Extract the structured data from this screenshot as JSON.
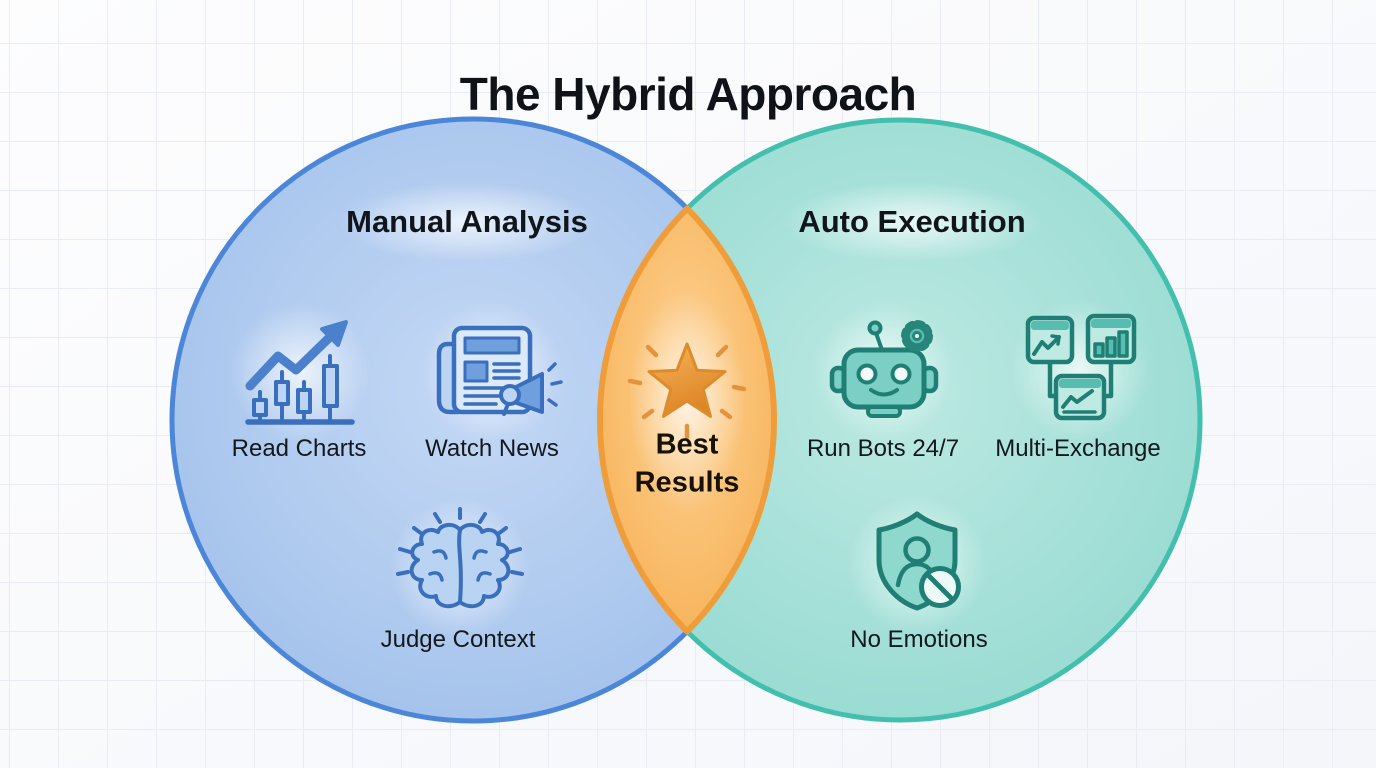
{
  "title": "The Hybrid Approach",
  "venn": {
    "left": {
      "heading": "Manual Analysis",
      "accent_color": "#4c86d9",
      "fill_color": "#aac6ee",
      "items": [
        {
          "label": "Read Charts",
          "icon": "candlestick-chart-icon"
        },
        {
          "label": "Watch News",
          "icon": "newspaper-megaphone-icon"
        },
        {
          "label": "Judge Context",
          "icon": "brain-icon"
        }
      ]
    },
    "right": {
      "heading": "Auto Execution",
      "accent_color": "#43bfae",
      "fill_color": "#9edcd4",
      "items": [
        {
          "label": "Run Bots 24/7",
          "icon": "robot-gear-icon"
        },
        {
          "label": "Multi-Exchange",
          "icon": "multi-window-chart-icon"
        },
        {
          "label": "No Emotions",
          "icon": "shield-no-emotion-icon"
        }
      ]
    },
    "overlap": {
      "label": "Best\nResults",
      "icon": "star-icon",
      "accent_color": "#ef9d3b",
      "fill_color": "#f8ba67"
    }
  }
}
